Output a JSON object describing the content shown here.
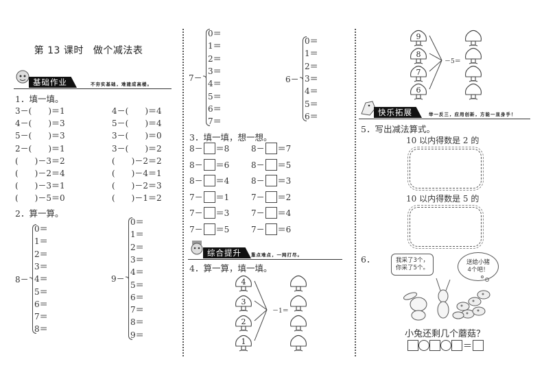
{
  "page": {
    "title_lesson": "第 13 课时",
    "title_topic": "做个减法表"
  },
  "banners": {
    "basic": {
      "label": "基础作业",
      "motto": "不夯实基础，难建成高楼。"
    },
    "advanced": {
      "label": "综合提升",
      "motto": "重点难点，一网打尽。"
    },
    "extension": {
      "label": "快乐拓展",
      "motto": "举一反三，应用创新，方能一显身手！"
    }
  },
  "q1": {
    "heading": "1．填一填。",
    "left": [
      "3－(　　)＝1",
      "4－(　　)＝3",
      "5－(　　)＝3",
      "2－(　　)＝1",
      "(　　)－3＝2",
      "(　　)－2＝4",
      "(　　)－3＝1",
      "(　　)－5＝0"
    ],
    "right": [
      "4－(　　)＝4",
      "5－(　　)＝4",
      "3－(　　)＝0",
      "3－(　　)＝2",
      "(　　)－2＝2",
      "(　　)－4＝1",
      "(　　)－2＝3",
      "(　　)－1＝2"
    ]
  },
  "q2": {
    "heading": "2．算一算。",
    "fans": [
      {
        "lead": "8－",
        "items": [
          "0＝",
          "1＝",
          "2＝",
          "3＝",
          "4＝",
          "5＝",
          "6＝",
          "7＝",
          "8＝"
        ]
      },
      {
        "lead": "9－",
        "items": [
          "0＝",
          "1＝",
          "2＝",
          "3＝",
          "4＝",
          "5＝",
          "6＝",
          "7＝",
          "8＝",
          "9＝"
        ]
      },
      {
        "lead": "7－",
        "items": [
          "0＝",
          "1＝",
          "2＝",
          "3＝",
          "4＝",
          "5＝",
          "6＝",
          "7＝"
        ]
      },
      {
        "lead": "6－",
        "items": [
          "0＝",
          "1＝",
          "2＝",
          "3＝",
          "4＝",
          "5＝",
          "6＝"
        ]
      }
    ]
  },
  "q3": {
    "heading": "3．填一填，想一想。",
    "left": [
      {
        "a": "8－",
        "b": "＝8"
      },
      {
        "a": "8－",
        "b": "＝6"
      },
      {
        "a": "8－",
        "b": "＝4"
      },
      {
        "a": "7－",
        "b": "＝1"
      },
      {
        "a": "7－",
        "b": "＝3"
      },
      {
        "a": "7－",
        "b": "＝5"
      }
    ],
    "right": [
      {
        "a": "8－",
        "b": "＝7"
      },
      {
        "a": "8－",
        "b": "＝5"
      },
      {
        "a": "8－",
        "b": "＝3"
      },
      {
        "a": "7－",
        "b": "＝2"
      },
      {
        "a": "7－",
        "b": "＝4"
      },
      {
        "a": "7－",
        "b": "＝6"
      }
    ]
  },
  "q4": {
    "heading": "4．算一算，填一填。",
    "group1": {
      "numbers": [
        "4",
        "3",
        "2",
        "1"
      ],
      "op": "－1＝"
    },
    "group2": {
      "numbers": [
        "9",
        "8",
        "7",
        "6"
      ],
      "op": "－5＝"
    }
  },
  "q5": {
    "heading": "5．写出减法算式。",
    "prompt1": "10 以内得数是 2 的",
    "prompt2": "10 以内得数是 5 的"
  },
  "q6": {
    "heading": "6．",
    "bubble1": "我采了3个，\n你采了5个。",
    "bubble2": "送给小猪\n4个吧！",
    "question": "小兔还剩几个蘑菇？",
    "answer_eq": "＝"
  }
}
